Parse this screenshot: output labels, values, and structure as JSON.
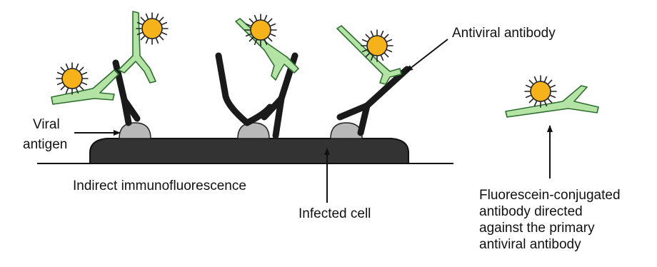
{
  "colors": {
    "cell": "#333333",
    "cell_outline": "#111111",
    "antigen": "#b8b8b8",
    "primary_antibody": "#1a1a1a",
    "secondary_antibody_fill": "#b4e3a6",
    "secondary_antibody_outline": "#2e6e2e",
    "fluorescein_fill": "#f5b21b",
    "fluorescein_outline": "#222222",
    "line": "#111111"
  },
  "labels": {
    "antiviral_antibody": "Antiviral antibody",
    "viral_antigen_line1": "Viral",
    "viral_antigen_line2": "antigen",
    "technique": "Indirect immunofluorescence",
    "infected_cell": "Infected cell",
    "conjugate": "Fluorescein-conjugated\nantibody directed\nagainst the primary\nantiviral antibody"
  },
  "icons": {
    "fluorophore": "sunburst-icon",
    "arrow": "arrow-icon"
  }
}
